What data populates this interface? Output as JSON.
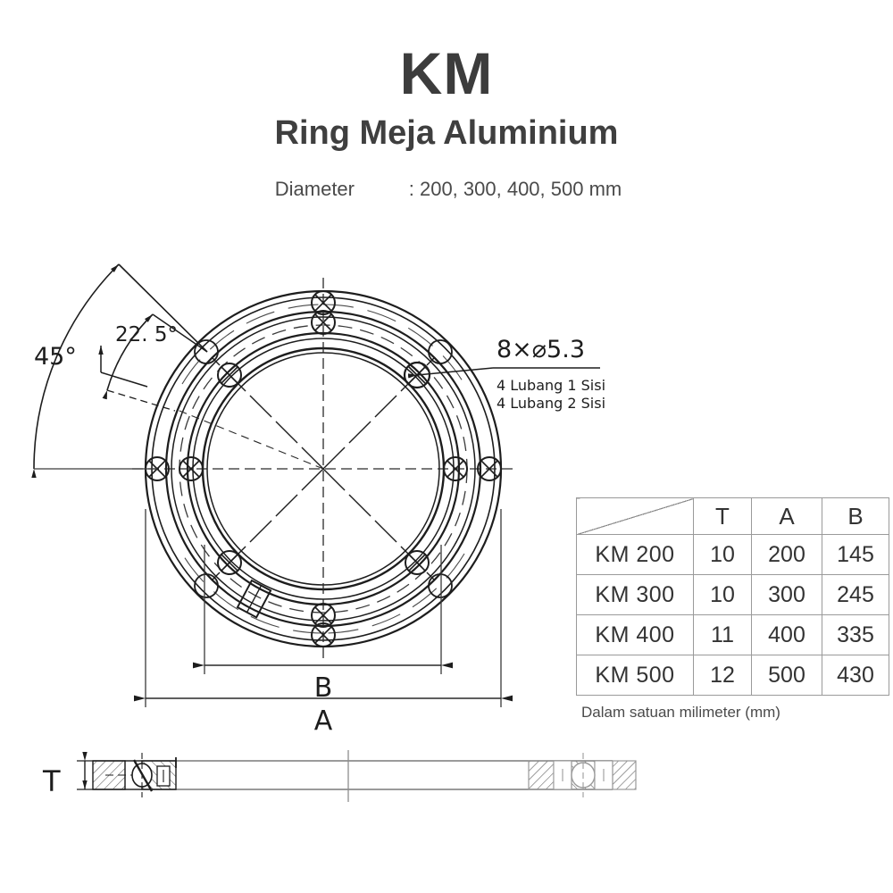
{
  "header": {
    "title": "KM",
    "subtitle": "Ring Meja Aluminium",
    "diameter_label": "Diameter",
    "diameter_value": ": 200, 300, 400, 500 mm"
  },
  "drawing": {
    "angle_outer": "45°",
    "angle_inner": "22. 5°",
    "hole_callout": "8×⌀5.3",
    "hole_note_1": "4 Lubang 1 Sisi",
    "hole_note_2": "4 Lubang 2 Sisi",
    "dim_a": "A",
    "dim_b": "B",
    "dim_t": "T"
  },
  "table": {
    "columns": [
      "",
      "T",
      "A",
      "B"
    ],
    "rows": [
      {
        "name": "KM 200",
        "t": "10",
        "a": "200",
        "b": "145"
      },
      {
        "name": "KM 300",
        "t": "10",
        "a": "300",
        "b": "245"
      },
      {
        "name": "KM 400",
        "t": "11",
        "a": "400",
        "b": "335"
      },
      {
        "name": "KM 500",
        "t": "12",
        "a": "500",
        "b": "430"
      }
    ],
    "note": "Dalam satuan milimeter (mm)"
  },
  "colors": {
    "background": "#ffffff",
    "text": "#3b3b3b",
    "line": "#1d1d1d",
    "table_border": "#9a9a9a"
  }
}
